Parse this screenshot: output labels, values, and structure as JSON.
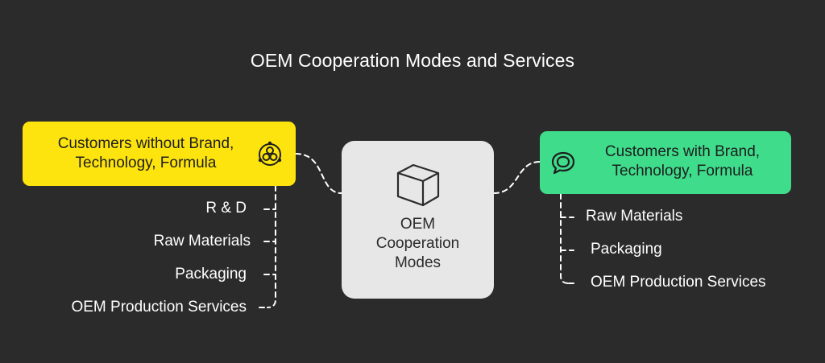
{
  "title": "OEM Cooperation Modes and Services",
  "center": {
    "line1": "OEM",
    "line2": "Cooperation",
    "line3": "Modes"
  },
  "left": {
    "title_line1": "Customers without Brand,",
    "title_line2": "Technology, Formula",
    "icon": "molecule-icon",
    "color": "#fde40f",
    "items": [
      "R & D",
      "Raw Materials",
      "Packaging",
      "OEM Production Services"
    ]
  },
  "right": {
    "title_line1": "Customers with Brand,",
    "title_line2": "Technology, Formula",
    "icon": "chat-bubble-icon",
    "color": "#3fdc8b",
    "items": [
      "Raw Materials",
      "Packaging",
      "OEM Production Services"
    ]
  }
}
